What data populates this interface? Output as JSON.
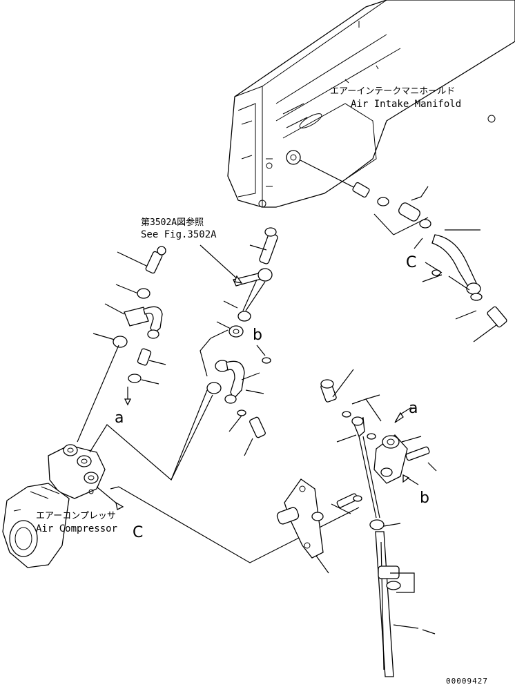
{
  "labels": {
    "intake_jp": "エアーインテークマニホールド",
    "intake_en": "Air Intake Manifold",
    "ref_jp": "第3502A図参照",
    "ref_en": "See Fig.3502A",
    "compressor_jp": "エアーコンプレッサ",
    "compressor_en": "Air Compressor",
    "letter_a_top": "a",
    "letter_a_mid": "a",
    "letter_b_top": "b",
    "letter_b_right": "b",
    "letter_c_top": "C",
    "letter_c_left": "C",
    "drawing_number": "00009427"
  }
}
